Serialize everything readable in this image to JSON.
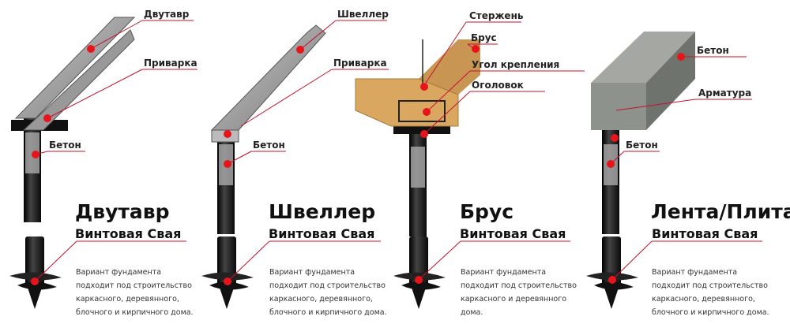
{
  "panels": [
    {
      "title": "Двутавр",
      "subtitle": "Винтовая Свая",
      "labels": [
        "Двутавр",
        "Приварка",
        "Бетон"
      ],
      "description": [
        "Вариант фундамента",
        "подходит под строительство",
        "каркасного, деревянного,",
        "блочного и кирпичного дома."
      ]
    },
    {
      "title": "Швеллер",
      "subtitle": "Винтовая Свая",
      "labels": [
        "Швеллер",
        "Приварка",
        "Бетон"
      ],
      "description": [
        "Вариант фундамента",
        "подходит под строительство",
        "каркасного, деревянного,",
        "блочного и кирпичного дома."
      ]
    },
    {
      "title": "Брус",
      "subtitle": "Винтовая Свая",
      "labels": [
        "Стержень",
        "Брус",
        "Угол крепления",
        "Оголовок"
      ],
      "description": [
        "Вариант фундамента",
        "подходит под строительство",
        "каркасного и деревянного",
        "дома."
      ]
    },
    {
      "title": "Лента/Плита",
      "subtitle": "Винтовая Свая",
      "labels": [
        "Бетон",
        "Арматура",
        "Бетон"
      ],
      "description": [
        "Вариант фундамента",
        "подходит под строительство",
        "каркасного, деревянного,",
        "блочного и кирпичного дома."
      ]
    }
  ],
  "colors": {
    "accent": "#e8141b",
    "pile": "#1a1a1a",
    "steel": "#9a9a9a",
    "wood": "#d9a760",
    "concrete": "#8e928c"
  }
}
